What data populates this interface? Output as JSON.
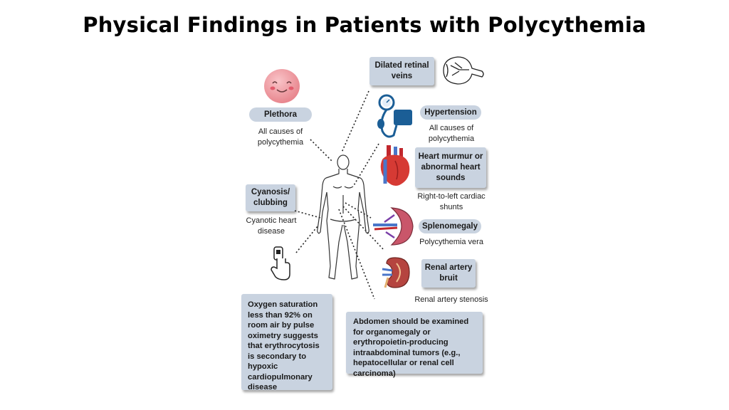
{
  "title": "Physical Findings in Patients with Polycythemia",
  "findings": {
    "plethora": {
      "label": "Plethora",
      "note": "All causes of polycythemia"
    },
    "retinal": {
      "label": "Dilated retinal veins"
    },
    "hypertension": {
      "label": "Hypertension",
      "note": "All causes of polycythemia"
    },
    "heart": {
      "label": "Heart murmur or abnormal heart sounds",
      "note": "Right-to-left cardiac shunts"
    },
    "cyanosis": {
      "label": "Cyanosis/ clubbing",
      "note": "Cyanotic heart disease"
    },
    "splenomegaly": {
      "label": "Splenomegaly",
      "note": "Polycythemia vera"
    },
    "renal": {
      "label": "Renal artery bruit",
      "note": "Renal artery stenosis"
    },
    "oxygen": {
      "label": "Oxygen saturation less than 92% on room air by pulse oximetry suggests that erythrocytosis is secondary to hypoxic cardiopulmonary disease"
    },
    "abdomen": {
      "label": "Abdomen should be examined for organomegaly or erythropoietin-producing intraabdominal tumors (e.g., hepatocellular or renal cell carcinoma)"
    }
  },
  "icons": [
    "face-icon",
    "eye-icon",
    "blood-pressure-cuff-icon",
    "heart-icon",
    "finger-pulse-oximeter-icon",
    "spleen-icon",
    "kidney-icon",
    "human-body-outline-icon"
  ]
}
